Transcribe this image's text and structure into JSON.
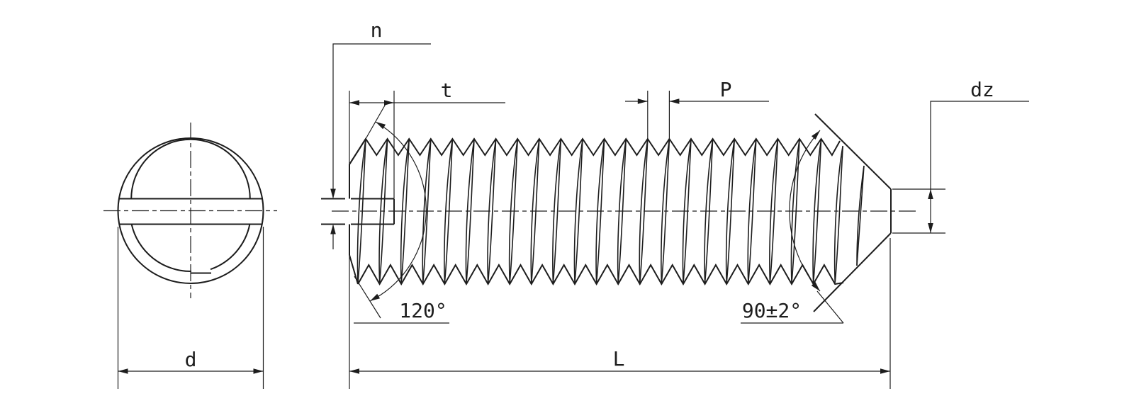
{
  "drawing": {
    "kind": "engineering drawing",
    "views": {
      "end_view": "slotted head end view",
      "side_view": "threaded body with cone point"
    },
    "colors": {
      "line": "#1d1d1d",
      "background": "#ffffff"
    }
  },
  "labels": {
    "slot_width": "n",
    "slot_depth": "t",
    "thread_pitch": "P",
    "point_diameter": "dz",
    "thread_diameter": "d",
    "screw_length": "L",
    "chamfer_angle": "120°",
    "cone_point_angle": "90±2°"
  }
}
